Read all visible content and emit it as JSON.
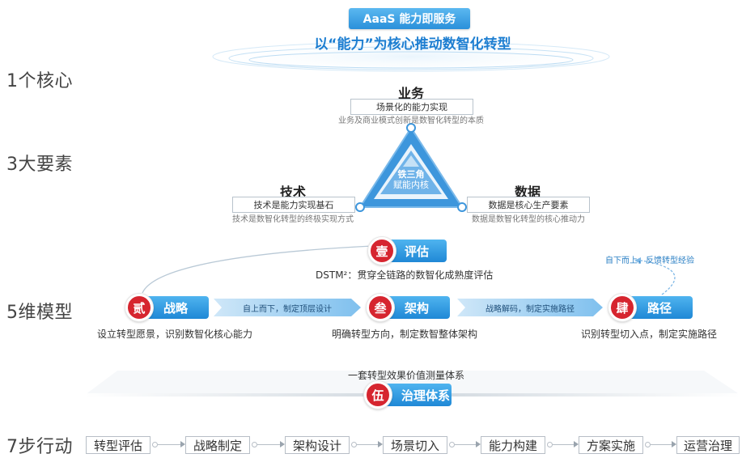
{
  "header": {
    "badge": "AaaS 能力即服务",
    "title": "以“能力”为核心推动数智化转型"
  },
  "row_labels": {
    "core": "1个核心",
    "elements": "3大要素",
    "model": "5维模型",
    "actions": "7步行动"
  },
  "triangle": {
    "center_line1": "铁三角",
    "center_line2": "赋能内核"
  },
  "elements": {
    "business": {
      "title": "业务",
      "box": "场景化的能力实现",
      "sub": "业务及商业模式创新是数智化转型的本质"
    },
    "tech": {
      "title": "技术",
      "box": "技术是能力实现基石",
      "sub": "技术是数智化转型的终极实现方式"
    },
    "data": {
      "title": "数据",
      "box": "数据是核心生产要素",
      "sub": "数据是数智化转型的核心推动力"
    }
  },
  "model": {
    "assess": {
      "seal": "壹",
      "label": "评估",
      "desc": "DSTM²：贯穿全链路的数智化成熟度评估"
    },
    "strategy": {
      "seal": "贰",
      "label": "战略",
      "desc": "设立转型愿景，识别数智化核心能力"
    },
    "architecture": {
      "seal": "叁",
      "label": "架构",
      "desc": "明确转型方向，制定数智整体架构"
    },
    "path": {
      "seal": "肆",
      "label": "路径",
      "desc": "识别转型切入点，制定实施路径"
    },
    "arrow1": "自上而下，制定顶层设计",
    "arrow2": "战略解码，制定实施路径",
    "feedback": "自下而上，反馈转型经验",
    "governance": {
      "seal": "伍",
      "label": "治理体系",
      "desc": "一套转型效果价值测量体系"
    }
  },
  "actions": [
    "转型评估",
    "战略制定",
    "架构设计",
    "场景切入",
    "能力构建",
    "方案实施",
    "运营治理"
  ],
  "colors": {
    "accent_blue": "#1f88d6",
    "seal_red": "#d6252f",
    "title_blue": "#1d7ed1"
  }
}
